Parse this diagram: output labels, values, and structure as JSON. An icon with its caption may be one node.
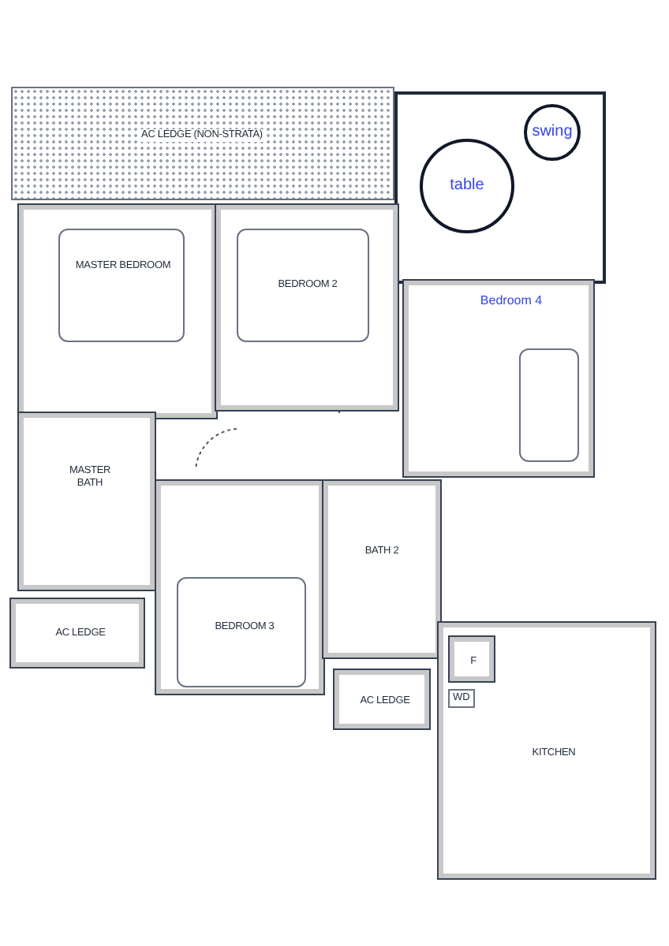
{
  "diagram": {
    "nodes": [
      {
        "text": [
          "AC LEDGE (NON-STRATA)"
        ]
      },
      {
        "text": [],
        "shape": "box"
      },
      {
        "text": [
          "swing"
        ],
        "in": 1
      },
      {
        "text": [
          "table"
        ],
        "in": 1
      },
      {
        "text": [
          "MASTER BEDROOM"
        ]
      },
      {
        "text": [
          "BEDROOM 2"
        ]
      },
      {
        "text": [
          "Bedroom 4"
        ]
      },
      {
        "text": [
          "MASTER BATH"
        ]
      },
      {
        "text": [
          "AC LEDGE"
        ]
      },
      {
        "text": [
          "BEDROOM 3"
        ]
      },
      {
        "text": [
          "BATH 2"
        ]
      },
      {
        "text": [
          "KITCHEN"
        ]
      },
      {
        "text": [
          "F"
        ],
        "in": 11
      },
      {
        "text": [
          "AC LEDGE"
        ]
      }
    ],
    "labels": [
      "WD"
    ]
  }
}
